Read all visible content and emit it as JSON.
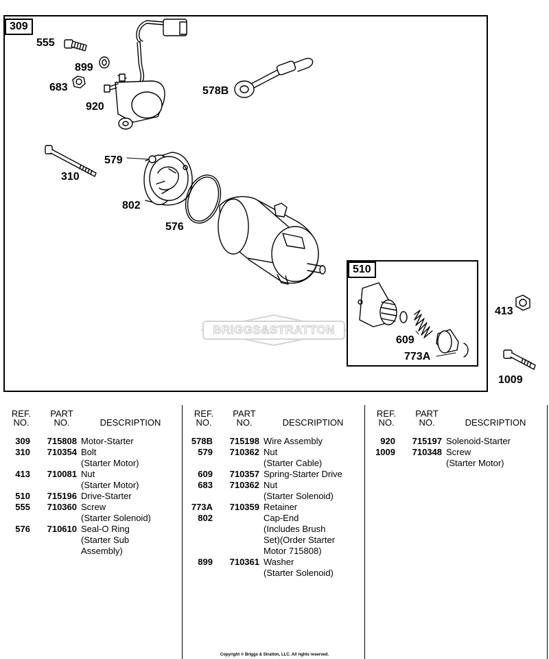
{
  "diagram": {
    "assembly_ref": "309",
    "sub_assembly_ref": "510",
    "watermark": "BRIGGS&STRATTON",
    "callouts": {
      "c555": "555",
      "c899": "899",
      "c683": "683",
      "c920": "920",
      "c578b": "578B",
      "c579": "579",
      "c310": "310",
      "c802": "802",
      "c576": "576",
      "c609": "609",
      "c773a": "773A",
      "c413": "413",
      "c1009": "1009"
    }
  },
  "table": {
    "headers": {
      "ref_line1": "REF.",
      "ref_line2": "NO.",
      "part_line1": "PART",
      "part_line2": "NO.",
      "description": "DESCRIPTION"
    },
    "columns": [
      [
        {
          "ref": "309",
          "part": "715808",
          "desc": [
            "Motor-Starter"
          ]
        },
        {
          "ref": "310",
          "part": "710354",
          "desc": [
            "Bolt",
            "(Starter Motor)"
          ]
        },
        {
          "ref": "413",
          "part": "710081",
          "desc": [
            "Nut",
            "(Starter Motor)"
          ]
        },
        {
          "ref": "510",
          "part": "715196",
          "desc": [
            "Drive-Starter"
          ]
        },
        {
          "ref": "555",
          "part": "710360",
          "desc": [
            "Screw",
            "(Starter Solenoid)"
          ]
        },
        {
          "ref": "576",
          "part": "710610",
          "desc": [
            "Seal-O Ring",
            "(Starter Sub",
            "Assembly)"
          ]
        }
      ],
      [
        {
          "ref": "578B",
          "part": "715198",
          "desc": [
            "Wire Assembly"
          ]
        },
        {
          "ref": "579",
          "part": "710362",
          "desc": [
            "Nut",
            "(Starter Cable)"
          ]
        },
        {
          "ref": "609",
          "part": "710357",
          "desc": [
            "Spring-Starter Drive"
          ]
        },
        {
          "ref": "683",
          "part": "710362",
          "desc": [
            "Nut",
            "(Starter Solenoid)"
          ]
        },
        {
          "ref": "773A",
          "part": "710359",
          "desc": [
            "Retainer"
          ]
        },
        {
          "ref": "802",
          "part": "",
          "desc": [
            "Cap-End",
            "(Includes Brush",
            "Set)(Order Starter",
            "Motor 715808)"
          ]
        },
        {
          "ref": "899",
          "part": "710361",
          "desc": [
            "Washer",
            "(Starter Solenoid)"
          ]
        }
      ],
      [
        {
          "ref": "920",
          "part": "715197",
          "desc": [
            "Solenoid-Starter"
          ]
        },
        {
          "ref": "1009",
          "part": "710348",
          "desc": [
            "Screw",
            "(Starter Motor)"
          ]
        }
      ]
    ]
  },
  "footer": {
    "copyright": "Copyright © Briggs & Stratton, LLC. All rights reserved."
  }
}
